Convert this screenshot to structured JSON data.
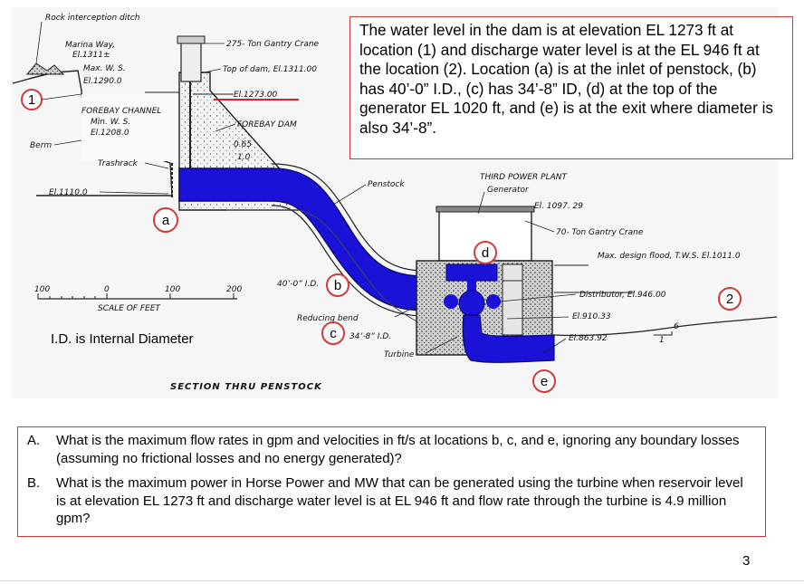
{
  "info_text": "The water level in the dam is at elevation EL 1273 ft at location (1) and discharge water level is at the EL 946 ft at the location (2).  Location (a) is at the inlet of penstock, (b) has 40’-0” I.D., (c) has 34’-8” ID, (d) at the top of the generator EL 1020 ft, and (e) is at the exit where diameter is also 34’-8”.",
  "diagram": {
    "title": "SECTION THRU PENSTOCK",
    "labels": {
      "rock_ditch": "Rock interception ditch",
      "marina_way": "Marina Way,",
      "el_1311": "El.1311±",
      "max_ws": "Max. W. S.",
      "el_1290": "El.1290.0",
      "gantry_crane_275": "275- Ton Gantry Crane",
      "top_of_dam": "Top of dam, El.1311.00",
      "el_1273": "El.1273.00",
      "forebay_channel": "FOREBAY CHANNEL",
      "min_ws": "Min. W. S.",
      "el_1208": "El.1208.0",
      "forebay_dam": "FOREBAY DAM",
      "slope_a": "0.65",
      "slope_b": "1.0",
      "berm": "Berm",
      "trashrack": "Trashrack",
      "el_1110": "El.1110.0",
      "penstock": "Penstock",
      "third_power_plant": "THIRD POWER PLANT",
      "generator": "Generator",
      "el_1097": "El. 1097. 29",
      "gantry_crane_70": "70- Ton Gantry Crane",
      "max_design_flood": "Max. design flood, T.W.S. El.1011.0",
      "id_40": "40’-0” I.D.",
      "distributor": "Distributor, El.946.00",
      "reducing_bend": "Reducing bend",
      "el_910": "El.910.33",
      "id_34": "34’-8” I.D.",
      "el_863": "El.863.92",
      "turbine": "Turbine",
      "slope_1": "1",
      "slope_6": "6"
    },
    "scale": {
      "label": "SCALE  OF  FEET",
      "ticks": [
        "100",
        "0",
        "100",
        "200"
      ]
    },
    "markers": {
      "m1": "1",
      "m2": "2",
      "a": "a",
      "b": "b",
      "c": "c",
      "d": "d",
      "e": "e"
    }
  },
  "caption_id": "I.D. is Internal Diameter",
  "questions": [
    {
      "letter": "A.",
      "text": "What is the maximum flow rates in gpm and velocities in ft/s at locations b, c, and e, ignoring any boundary losses (assuming no frictional losses and no energy generated)?"
    },
    {
      "letter": "B.",
      "text": "What is the maximum power in Horse Power and MW that can be generated  using the turbine when reservoir level is at elevation EL 1273 ft and discharge water level is at  EL 946 ft and flow rate through the turbine is 4.9 million gpm?"
    }
  ],
  "page_number": "3",
  "colors": {
    "water": "#1a12d6",
    "annotation_red": "#d23a3a",
    "concrete": "#d9d9d9"
  }
}
